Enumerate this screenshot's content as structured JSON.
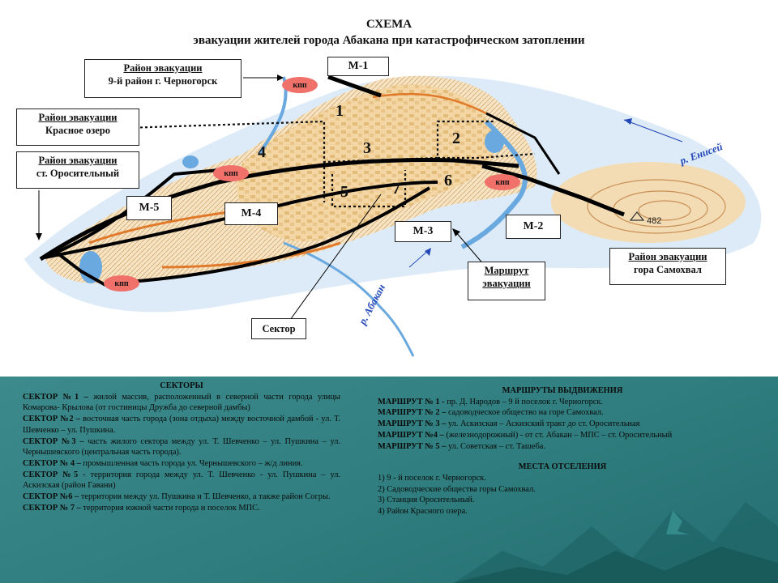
{
  "title": {
    "line1": "СХЕМА",
    "line2": "эвакуации жителей города Абакана при катастрофическом затоплении"
  },
  "zones": {
    "chernogorsk": {
      "heading": "Район эвакуации",
      "text": "9-й район г. Черногорск"
    },
    "krasnoe": {
      "heading": "Район эвакуации",
      "text": "Красное озеро"
    },
    "orositelny": {
      "heading": "Район эвакуации",
      "text": "ст. Оросительный"
    },
    "samokhval": {
      "heading": "Район эвакуации",
      "text": "гора Самохвал"
    }
  },
  "routes": {
    "m1": "М-1",
    "m2": "М-2",
    "m3": "М-3",
    "m4": "М-4",
    "m5": "М-5"
  },
  "legend_route": {
    "line1": "Маршрут",
    "line2": "эвакуации"
  },
  "legend_sector": "Сектор",
  "checkpoint": "кпп",
  "sector_numbers": [
    "1",
    "2",
    "3",
    "4",
    "5",
    "6",
    "7"
  ],
  "rivers": {
    "yenisei": "р. Енисей",
    "abakan": "р. Абакан"
  },
  "elevation": "482",
  "colors": {
    "route": "#000000",
    "checkpoint": "#f0706a",
    "panel": "#2f7d7e",
    "water": "#6aa8e0",
    "river_label": "#2548b8"
  },
  "sectors": {
    "heading": "СЕКТОРЫ",
    "items": [
      {
        "label": "СЕКТОР №1 –",
        "text": " жилой массив, расположенный в северной части города улицы Комарова- Крылова (от гостиницы Дружба до северной дамбы)"
      },
      {
        "label": "СЕКТОР №2 –",
        "text": " восточная часть города (зона отдыха) между восточной дамбой - ул. Т. Шевченко – ул. Пушкина."
      },
      {
        "label": "СЕКТОР №3 –",
        "text": " часть жилого сектора между ул. Т. Шевченко – ул. Пушкина – ул. Чернышевского (центральная часть города)."
      },
      {
        "label": "СЕКТОР № 4 –",
        "text": " промышленная часть города ул. Чернышевского – ж/д линия."
      },
      {
        "label": "СЕКТОР №5",
        "text": " - территория города между ул. Т. Шевченко - ул. Пушкина – ул. Аскизская (район Гавани)"
      },
      {
        "label": "СЕКТОР №6 –",
        "text": " территория между ул. Пушкина и Т. Шевченко, а также район Согры."
      },
      {
        "label": "СЕКТОР № 7 –",
        "text": " территория южной части города и поселок МПС."
      }
    ]
  },
  "movement_routes": {
    "heading": "МАРШРУТЫ ВЫДВИЖЕНИЯ",
    "items": [
      {
        "label": "МАРШРУТ № 1 -",
        "text": " пр. Д. Народов – 9 й поселок г. Черногорск."
      },
      {
        "label": "МАРШРУТ № 2 –",
        "text": " садоводческое общество на горе Самохвал."
      },
      {
        "label": "МАРШРУТ № 3 –",
        "text": " ул. Аскизская – Аскизский тракт до ст. Оросительная"
      },
      {
        "label": "МАРШРУТ №4 –",
        "text": " (железнодорожный) - от ст. Абакан – МПС – ст. Оросительный"
      },
      {
        "label": "МАРШРУТ № 5 –",
        "text": " ул. Советская – ст. Ташеба."
      }
    ]
  },
  "resettlement": {
    "heading": "МЕСТА ОТСЕЛЕНИЯ",
    "items": [
      "1) 9 - й поселок г. Черногорск.",
      "2) Садоводческие общества горы Самохвал.",
      "3) Станция Оросительный.",
      "4) Район Красного озера."
    ]
  }
}
